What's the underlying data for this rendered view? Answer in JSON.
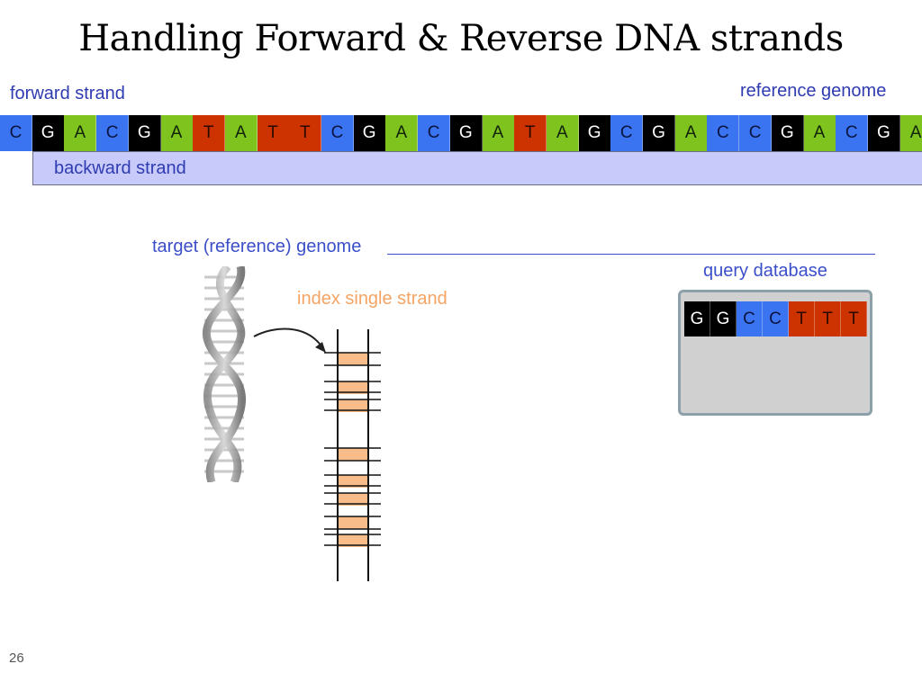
{
  "title": "Handling Forward & Reverse DNA strands",
  "labels": {
    "forward_strand": "forward strand",
    "reference_genome": "reference genome",
    "backward_strand": "backward strand",
    "target_reference_genome": "target (reference) genome",
    "index_single_strand": "index single strand",
    "query_database": "query database"
  },
  "reference_sequence": [
    "C",
    "G",
    "A",
    "C",
    "G",
    "A",
    "T",
    "A",
    "T",
    "T",
    "C",
    "G",
    "A",
    "C",
    "G",
    "A",
    "T",
    "A",
    "G",
    "C",
    "G",
    "A",
    "C",
    "C",
    "G",
    "A",
    "C",
    "G",
    "A"
  ],
  "query_sequence": [
    "G",
    "G",
    "C",
    "C",
    "T",
    "T",
    "T"
  ],
  "index_ladder": {
    "highlighted_bands": 8
  },
  "colors": {
    "A": "#7ec31e",
    "C": "#3b74f0",
    "G": "#000000",
    "T": "#cc3300",
    "label_blue": "#2f3bb0",
    "index_orange": "#f5a463",
    "backward_fill": "#c8cbfa"
  },
  "page_number": "26",
  "icons": [
    "dna-double-helix-icon",
    "curved-arrow-icon"
  ]
}
